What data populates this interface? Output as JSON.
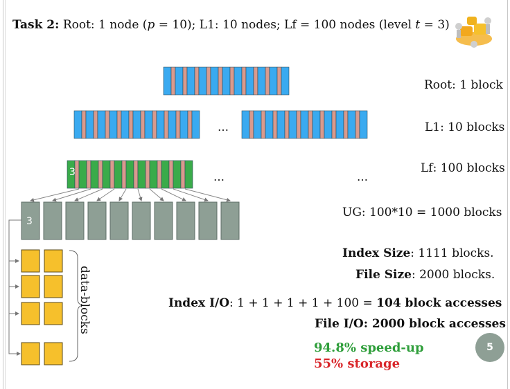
{
  "title": {
    "prefix": "Task 2:",
    "body": " Root: 1 node (",
    "p_var": "p",
    "p_val": " = 10); L1: 10 nodes; Lf = 100 nodes (level ",
    "t_var": "t",
    "t_val": " = 3)"
  },
  "labels": {
    "root": "Root: 1 block",
    "l1": "L1: 10 blocks",
    "lf": "Lf: 100 blocks",
    "ug": "UG: 100*10 = 1000 blocks",
    "ellipsis": "…",
    "vdots": "…",
    "leaf_count": "3",
    "ug_count": "3",
    "data_blocks": "data-blocks"
  },
  "stats": {
    "index_size_label": "Index Size",
    "index_size_value": ": 1111 blocks.",
    "file_size_label": "File Size",
    "file_size_value": ": 2000 blocks.",
    "index_io_label": "Index I/O",
    "index_io_value": ": 1 + 1 + 1 + 1 + 100 = ",
    "index_io_result": "104 block accesses",
    "file_io_label": "File I/O",
    "file_io_value": ": 2000 block accesses",
    "speedup": "94.8% speed-up",
    "storage": "55% storage"
  },
  "page_number": "5",
  "colors": {
    "pointer": "#d99a8d",
    "key": "#3aaaf0",
    "leaf_key": "#3aab4a",
    "ug_block": "#8e9f95",
    "data_block": "#f6c02c",
    "speedup": "#2e9e3a",
    "storage": "#d9262a"
  }
}
